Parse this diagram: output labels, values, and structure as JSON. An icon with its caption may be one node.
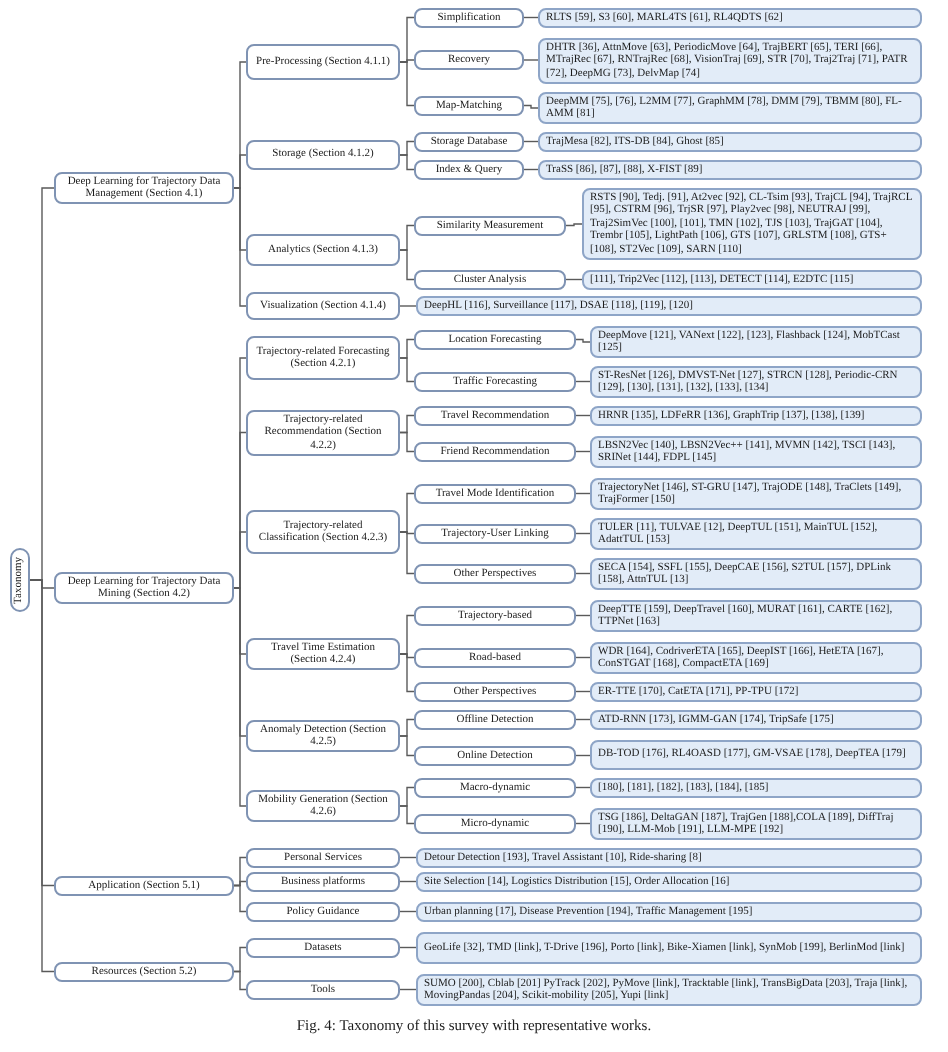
{
  "diagram": {
    "caption": "Fig. 4: Taxonomy of this survey with representative works.",
    "nodes": [
      {
        "text": [
          "Taxonomy"
        ]
      },
      {
        "text": [
          "Deep Learning for Trajectory Data Management (Section 4.1)"
        ]
      },
      {
        "text": [
          "Pre-Processing (Section 4.1.1)"
        ]
      },
      {
        "text": [
          "Simplification"
        ]
      },
      {
        "text": [
          "RLTS [59], S3 [60], MARL4TS [61], RL4QDTS [62]"
        ]
      },
      {
        "text": [
          "Recovery"
        ]
      },
      {
        "text": [
          "DHTR [36], AttnMove [63], PeriodicMove [64], TrajBERT [65], TERI [66], MTrajRec [67], RNTrajRec [68], VisionTraj [69], STR [70], Traj2Traj [71], PATR [72], DeepMG [73], DelvMap [74]"
        ]
      },
      {
        "text": [
          "Map-Matching"
        ]
      },
      {
        "text": [
          "DeepMM [75], [76], L2MM [77], GraphMM [78], DMM [79], TBMM [80], FL-AMM [81]"
        ]
      },
      {
        "text": [
          "Storage (Section 4.1.2)"
        ]
      },
      {
        "text": [
          "Storage Database"
        ]
      },
      {
        "text": [
          "TrajMesa [82], ITS-DB [84], Ghost [85]"
        ]
      },
      {
        "text": [
          "Index & Query"
        ]
      },
      {
        "text": [
          "TraSS [86], [87], [88], X-FIST [89]"
        ]
      },
      {
        "text": [
          "Analytics (Section 4.1.3)"
        ]
      },
      {
        "text": [
          "Similarity Measurement"
        ]
      },
      {
        "text": [
          "RSTS [90], Tedj. [91], At2vec [92], CL-Tsim [93], TrajCL [94], TrajRCL [95], CSTRM [96], TrjSR [97], Play2vec [98], NEUTRAJ [99], Traj2SimVec [100], [101], TMN [102], TJS [103], TrajGAT [104], Trembr [105], LightPath [106], GTS [107], GRLSTM [108], GTS+ [108], ST2Vec [109], SARN [110]"
        ]
      },
      {
        "text": [
          "Cluster Analysis"
        ]
      },
      {
        "text": [
          "[111], Trip2Vec [112], [113], DETECT [114], E2DTC [115]"
        ]
      },
      {
        "text": [
          "Visualization (Section 4.1.4)"
        ]
      },
      {
        "text": [
          "DeepHL [116], Surveillance [117], DSAE [118], [119], [120]"
        ]
      },
      {
        "text": [
          "Deep Learning for Trajectory Data Mining (Section 4.2)"
        ]
      },
      {
        "text": [
          "Trajectory-related Forecasting (Section 4.2.1)"
        ]
      },
      {
        "text": [
          "Location Forecasting"
        ]
      },
      {
        "text": [
          "DeepMove [121], VANext [122], [123], Flashback [124], MobTCast [125]"
        ]
      },
      {
        "text": [
          "Traffic Forecasting"
        ]
      },
      {
        "text": [
          "ST-ResNet [126], DMVST-Net [127], STRCN [128], Periodic-CRN [129], [130], [131], [132], [133], [134]"
        ]
      },
      {
        "text": [
          "Trajectory-related Recommendation (Section 4.2.2)"
        ]
      },
      {
        "text": [
          "Travel Recommendation"
        ]
      },
      {
        "text": [
          "HRNR [135], LDFeRR [136], GraphTrip [137], [138], [139]"
        ]
      },
      {
        "text": [
          "Friend Recommendation"
        ]
      },
      {
        "text": [
          "LBSN2Vec [140], LBSN2Vec++ [141], MVMN [142], TSCI [143], SRINet [144], FDPL [145]"
        ]
      },
      {
        "text": [
          "Trajectory-related Classification (Section 4.2.3)"
        ]
      },
      {
        "text": [
          "Travel Mode Identification"
        ]
      },
      {
        "text": [
          "TrajectoryNet [146], ST-GRU [147], TrajODE [148], TraClets [149], TrajFormer [150]"
        ]
      },
      {
        "text": [
          "Trajectory-User Linking"
        ]
      },
      {
        "text": [
          "TULER [11], TULVAE [12], DeepTUL [151], MainTUL [152], AdattTUL [153]"
        ]
      },
      {
        "text": [
          "Other Perspectives"
        ]
      },
      {
        "text": [
          "SECA [154], SSFL [155], DeepCAE [156], S2TUL [157], DPLink [158], AttnTUL [13]"
        ]
      },
      {
        "text": [
          "Travel Time Estimation (Section 4.2.4)"
        ]
      },
      {
        "text": [
          "Trajectory-based"
        ]
      },
      {
        "text": [
          "DeepTTE [159], DeepTravel [160], MURAT [161], CARTE [162], TTPNet [163]"
        ]
      },
      {
        "text": [
          "Road-based"
        ]
      },
      {
        "text": [
          "WDR [164], CodriverETA [165], DeepIST [166], HetETA [167], ConSTGAT [168], CompactETA [169]"
        ]
      },
      {
        "text": [
          "Other Perspectives"
        ]
      },
      {
        "text": [
          "ER-TTE [170], CatETA [171], PP-TPU [172]"
        ]
      },
      {
        "text": [
          "Anomaly Detection (Section 4.2.5)"
        ]
      },
      {
        "text": [
          "Offline Detection"
        ]
      },
      {
        "text": [
          "ATD-RNN [173], IGMM-GAN [174], TripSafe [175]"
        ]
      },
      {
        "text": [
          "Online Detection"
        ]
      },
      {
        "text": [
          "DB-TOD [176], RL4OASD [177], GM-VSAE [178], DeepTEA [179]"
        ]
      },
      {
        "text": [
          "Mobility Generation (Section 4.2.6)"
        ]
      },
      {
        "text": [
          "Macro-dynamic"
        ]
      },
      {
        "text": [
          "[180], [181], [182], [183], [184], [185]"
        ]
      },
      {
        "text": [
          "Micro-dynamic"
        ]
      },
      {
        "text": [
          "TSG [186], DeltaGAN [187], TrajGen [188],COLA [189], DiffTraj [190], LLM-Mob [191], LLM-MPE [192]"
        ]
      },
      {
        "text": [
          "Application (Section 5.1)"
        ]
      },
      {
        "text": [
          "Personal Services"
        ]
      },
      {
        "text": [
          "Detour Detection [193], Travel Assistant [10], Ride-sharing [8]"
        ]
      },
      {
        "text": [
          "Business platforms"
        ]
      },
      {
        "text": [
          "Site Selection [14], Logistics Distribution [15], Order Allocation [16]"
        ]
      },
      {
        "text": [
          "Policy Guidance"
        ]
      },
      {
        "text": [
          "Urban planning [17], Disease Prevention [194], Traffic Management [195]"
        ]
      },
      {
        "text": [
          "Resources (Section 5.2)"
        ]
      },
      {
        "text": [
          "Datasets"
        ]
      },
      {
        "text": [
          "GeoLife [32], TMD [link], T-Drive [196], Porto [link], Bike-Xiamen [link], SynMob [199], BerlinMod [link]"
        ]
      },
      {
        "text": [
          "Tools"
        ]
      },
      {
        "text": [
          "SUMO [200], Cblab [201] PyTrack [202], PyMove [link], Tracktable [link], TransBigData [203], Traja [link], MovingPandas [204], Scikit-mobility [205], Yupi [link]"
        ]
      }
    ],
    "edges": [
      {
        "from": 0,
        "to": 1,
        "arrow": "none"
      },
      {
        "from": 1,
        "to": 2,
        "arrow": "none"
      },
      {
        "from": 2,
        "to": 3,
        "arrow": "none"
      },
      {
        "from": 3,
        "to": 4,
        "arrow": "none"
      },
      {
        "from": 2,
        "to": 5,
        "arrow": "none"
      },
      {
        "from": 5,
        "to": 6,
        "arrow": "none"
      },
      {
        "from": 2,
        "to": 7,
        "arrow": "none"
      },
      {
        "from": 7,
        "to": 8,
        "arrow": "none"
      },
      {
        "from": 1,
        "to": 9,
        "arrow": "none"
      },
      {
        "from": 9,
        "to": 10,
        "arrow": "none"
      },
      {
        "from": 10,
        "to": 11,
        "arrow": "none"
      },
      {
        "from": 9,
        "to": 12,
        "arrow": "none"
      },
      {
        "from": 12,
        "to": 13,
        "arrow": "none"
      },
      {
        "from": 1,
        "to": 14,
        "arrow": "none"
      },
      {
        "from": 14,
        "to": 15,
        "arrow": "none"
      },
      {
        "from": 15,
        "to": 16,
        "arrow": "none"
      },
      {
        "from": 14,
        "to": 17,
        "arrow": "none"
      },
      {
        "from": 17,
        "to": 18,
        "arrow": "none"
      },
      {
        "from": 1,
        "to": 19,
        "arrow": "none"
      },
      {
        "from": 19,
        "to": 20,
        "arrow": "none"
      },
      {
        "from": 0,
        "to": 21,
        "arrow": "none"
      },
      {
        "from": 21,
        "to": 22,
        "arrow": "none"
      },
      {
        "from": 22,
        "to": 23,
        "arrow": "none"
      },
      {
        "from": 23,
        "to": 24,
        "arrow": "none"
      },
      {
        "from": 22,
        "to": 25,
        "arrow": "none"
      },
      {
        "from": 25,
        "to": 26,
        "arrow": "none"
      },
      {
        "from": 21,
        "to": 27,
        "arrow": "none"
      },
      {
        "from": 27,
        "to": 28,
        "arrow": "none"
      },
      {
        "from": 28,
        "to": 29,
        "arrow": "none"
      },
      {
        "from": 27,
        "to": 30,
        "arrow": "none"
      },
      {
        "from": 30,
        "to": 31,
        "arrow": "none"
      },
      {
        "from": 21,
        "to": 32,
        "arrow": "none"
      },
      {
        "from": 32,
        "to": 33,
        "arrow": "none"
      },
      {
        "from": 33,
        "to": 34,
        "arrow": "none"
      },
      {
        "from": 32,
        "to": 35,
        "arrow": "none"
      },
      {
        "from": 35,
        "to": 36,
        "arrow": "none"
      },
      {
        "from": 32,
        "to": 37,
        "arrow": "none"
      },
      {
        "from": 37,
        "to": 38,
        "arrow": "none"
      },
      {
        "from": 21,
        "to": 39,
        "arrow": "none"
      },
      {
        "from": 39,
        "to": 40,
        "arrow": "none"
      },
      {
        "from": 40,
        "to": 41,
        "arrow": "none"
      },
      {
        "from": 39,
        "to": 42,
        "arrow": "none"
      },
      {
        "from": 42,
        "to": 43,
        "arrow": "none"
      },
      {
        "from": 39,
        "to": 44,
        "arrow": "none"
      },
      {
        "from": 44,
        "to": 45,
        "arrow": "none"
      },
      {
        "from": 21,
        "to": 46,
        "arrow": "none"
      },
      {
        "from": 46,
        "to": 47,
        "arrow": "none"
      },
      {
        "from": 47,
        "to": 48,
        "arrow": "none"
      },
      {
        "from": 46,
        "to": 49,
        "arrow": "none"
      },
      {
        "from": 49,
        "to": 50,
        "arrow": "none"
      },
      {
        "from": 21,
        "to": 51,
        "arrow": "none"
      },
      {
        "from": 51,
        "to": 52,
        "arrow": "none"
      },
      {
        "from": 52,
        "to": 53,
        "arrow": "none"
      },
      {
        "from": 51,
        "to": 54,
        "arrow": "none"
      },
      {
        "from": 54,
        "to": 55,
        "arrow": "none"
      },
      {
        "from": 0,
        "to": 56,
        "arrow": "none"
      },
      {
        "from": 56,
        "to": 57,
        "arrow": "none"
      },
      {
        "from": 57,
        "to": 58,
        "arrow": "none"
      },
      {
        "from": 56,
        "to": 59,
        "arrow": "none"
      },
      {
        "from": 59,
        "to": 60,
        "arrow": "none"
      },
      {
        "from": 56,
        "to": 61,
        "arrow": "none"
      },
      {
        "from": 61,
        "to": 62,
        "arrow": "none"
      },
      {
        "from": 0,
        "to": 63,
        "arrow": "none"
      },
      {
        "from": 63,
        "to": 64,
        "arrow": "none"
      },
      {
        "from": 64,
        "to": 65,
        "arrow": "none"
      },
      {
        "from": 63,
        "to": 66,
        "arrow": "none"
      },
      {
        "from": 66,
        "to": 67,
        "arrow": "none"
      }
    ]
  }
}
